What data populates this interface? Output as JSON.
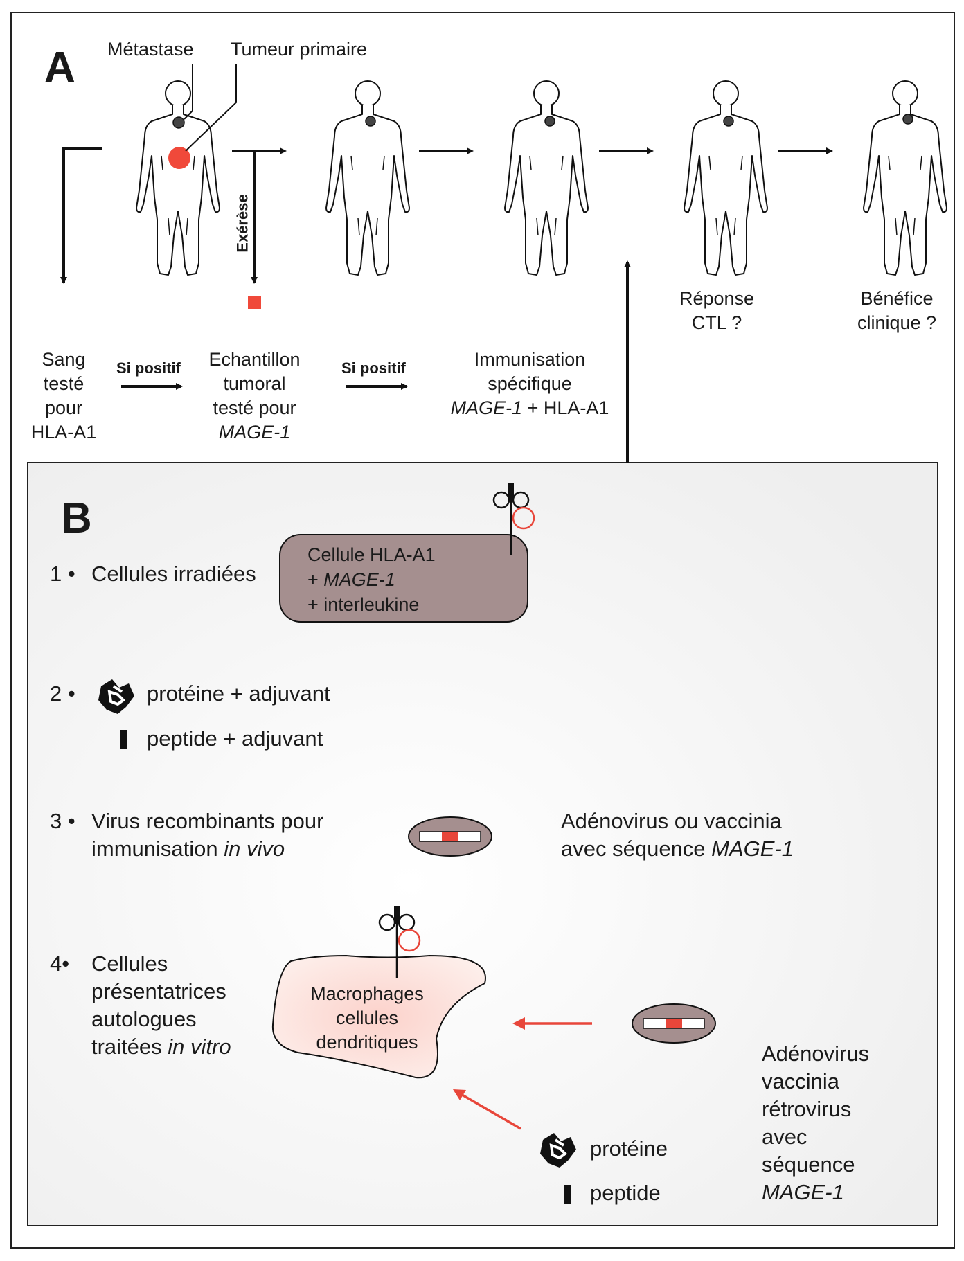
{
  "panel_a": {
    "letter": "A",
    "metastase": "Métastase",
    "tumeur_primaire": "Tumeur primaire",
    "exerese": "Exérèse",
    "reponse_line1": "Réponse",
    "reponse_line2": "CTL ?",
    "benefice_line1": "Bénéfice",
    "benefice_line2": "clinique ?",
    "sang_lines": [
      "Sang",
      "testé",
      "pour",
      "HLA-A1"
    ],
    "si_positif": "Si positif",
    "echantillon_lines": [
      "Echantillon",
      "tumoral",
      "testé pour",
      "MAGE-1"
    ],
    "immunisation_lines": [
      "Immunisation",
      "spécifique"
    ],
    "immunisation_mage": "MAGE-1",
    "immunisation_hla": " + HLA-A1"
  },
  "panel_b": {
    "letter": "B",
    "item1": {
      "num": "1 •",
      "label": "Cellules irradiées",
      "cell_line1": "Cellule HLA-A1",
      "cell_plus": "+ ",
      "cell_mage": "MAGE-1",
      "cell_line3": "+ interleukine"
    },
    "item2": {
      "num": "2 •",
      "proteine": "protéine + adjuvant",
      "peptide": "peptide + adjuvant"
    },
    "item3": {
      "num": "3 •",
      "line1": "Virus recombinants pour",
      "line2_text": "immunisation ",
      "line2_italic": "in vivo",
      "right_line1": "Adénovirus ou vaccinia",
      "right_line2_text": "avec séquence ",
      "right_line2_italic": "MAGE-1"
    },
    "item4": {
      "num": "4•",
      "line1": "Cellules",
      "line2": "présentatrices",
      "line3": "autologues",
      "line4_text": "traitées ",
      "line4_italic": "in vitro",
      "macro_lines": [
        "Macrophages",
        "cellules",
        "dendritiques"
      ],
      "proteine": "protéine",
      "peptide": "peptide",
      "virus_lines": [
        "Adénovirus",
        "vaccinia",
        "rétrovirus",
        "avec",
        "séquence"
      ],
      "virus_italic": "MAGE-1"
    }
  },
  "colors": {
    "tumor_red": "#f0493a",
    "cell_fill": "#a58f8f",
    "panel_b_bg": "#f3f3f3",
    "macro_fill": "#fbd9d3",
    "arrow_red": "#e8463a"
  }
}
